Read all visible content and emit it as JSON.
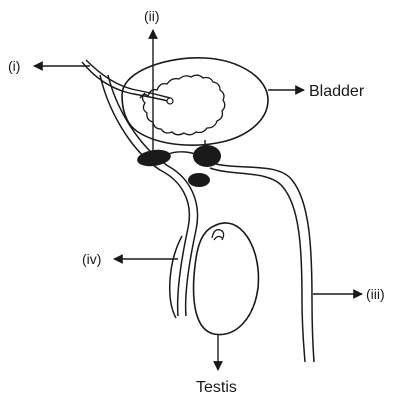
{
  "labels": {
    "i": "(i)",
    "ii": "(ii)",
    "iii": "(iii)",
    "iv": "(iv)",
    "bladder": "Bladder",
    "testis": "Testis"
  },
  "colors": {
    "stroke": "#1a1a1a",
    "fill_dark": "#1a1a1a",
    "background": "#ffffff"
  }
}
